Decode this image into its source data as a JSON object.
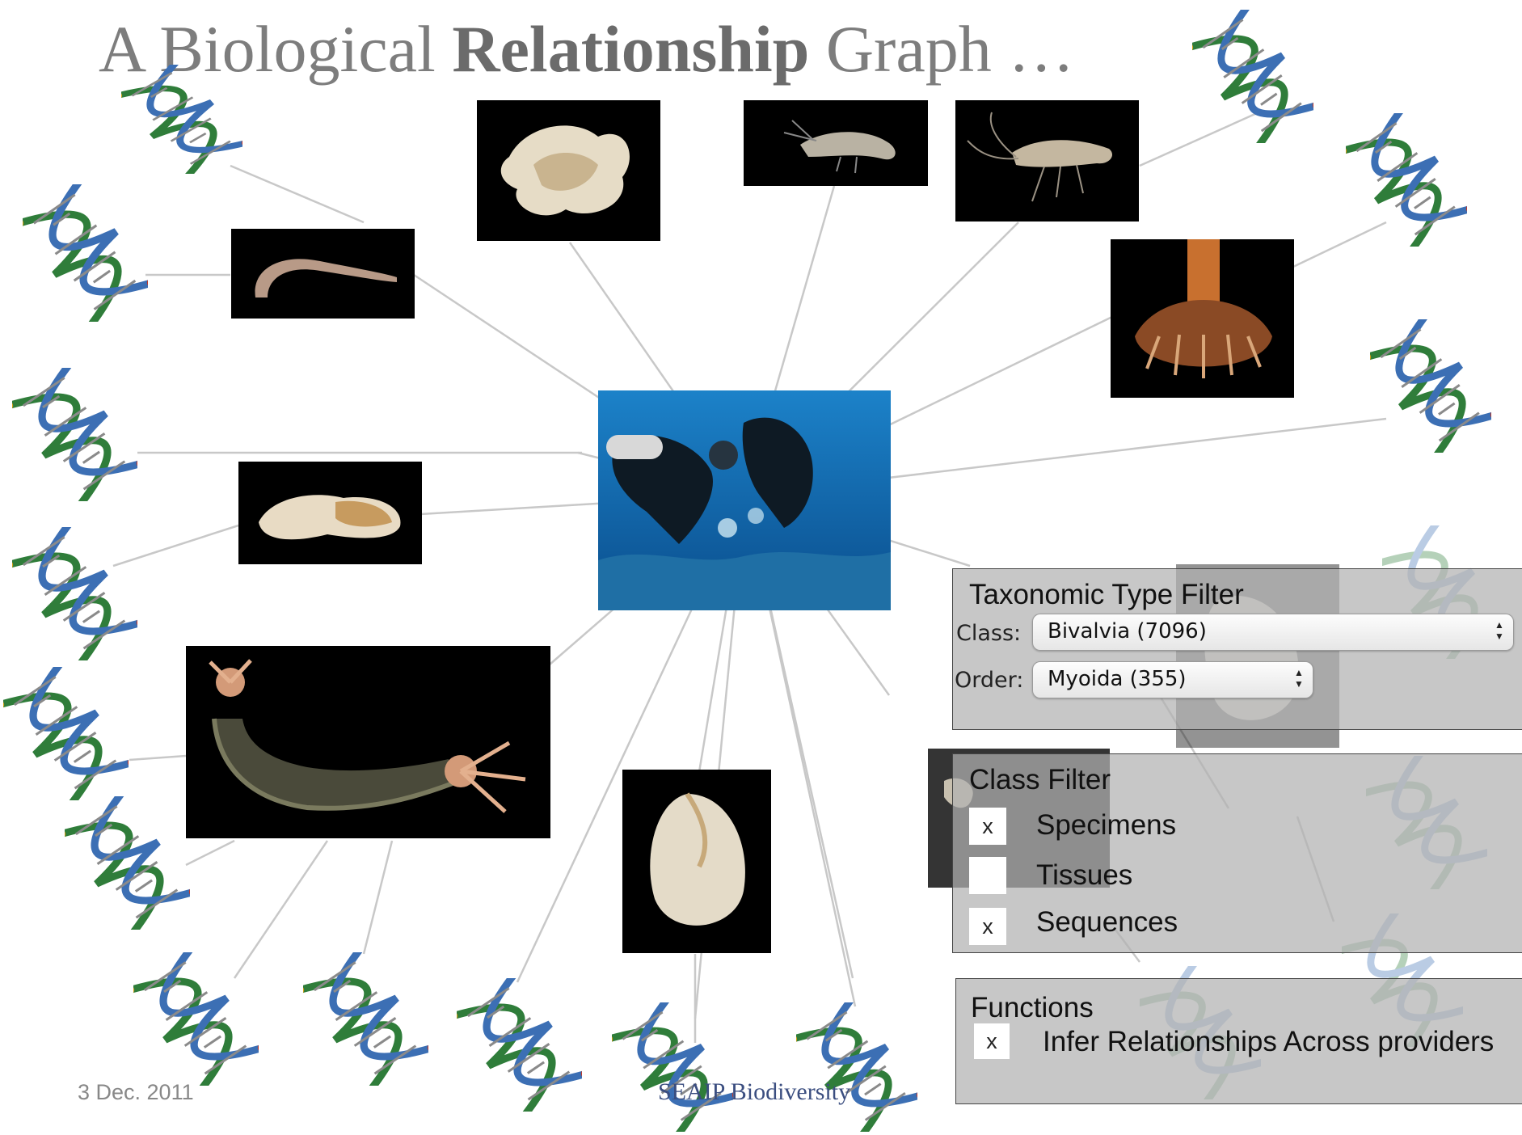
{
  "slide": {
    "title_part1": "A Biological ",
    "title_bold": "Relationship",
    "title_part2": " Graph …",
    "footer_date": "3 Dec. 2011",
    "footer_org": "SEAIP Biodiversity"
  },
  "taxonomic_filter": {
    "title": "Taxonomic Type Filter",
    "class_label": "Class:",
    "class_value": "Bivalvia (7096)",
    "order_label": "Order:",
    "order_value": "Myoida (355)"
  },
  "class_filter": {
    "title": "Class Filter",
    "items": [
      {
        "label": "Specimens",
        "mark": "x"
      },
      {
        "label": "Tissues",
        "mark": ""
      },
      {
        "label": "Sequences",
        "mark": "x"
      }
    ]
  },
  "functions": {
    "title": "Functions",
    "items": [
      {
        "label": "Infer Relationships Across providers",
        "mark": "x"
      }
    ]
  },
  "icons": {
    "dna": "dna-helix-icon",
    "stepper": "up-down-stepper-icon"
  },
  "colors": {
    "title_gray": "#7d7d7d",
    "panel_gray": "#b2b2b2",
    "link_gray": "#c8c8c8",
    "footer_blue": "#3b4e80"
  }
}
